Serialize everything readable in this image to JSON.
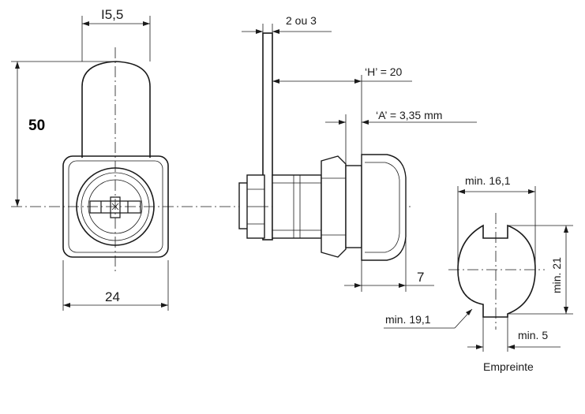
{
  "dimensions": {
    "width_top": "I5,5",
    "height": "50",
    "width_bottom": "24",
    "cam_thickness": "2 ou 3",
    "h_value": "‘H’ = 20",
    "a_value": "‘A’ = 3,35 mm",
    "nut_seven": "7",
    "min_161": "min. 16,1",
    "min_21": "min. 21",
    "min_191": "min. 19,1",
    "min_5": "min. 5"
  },
  "labels": {
    "cutout_caption": "Empreinte"
  }
}
